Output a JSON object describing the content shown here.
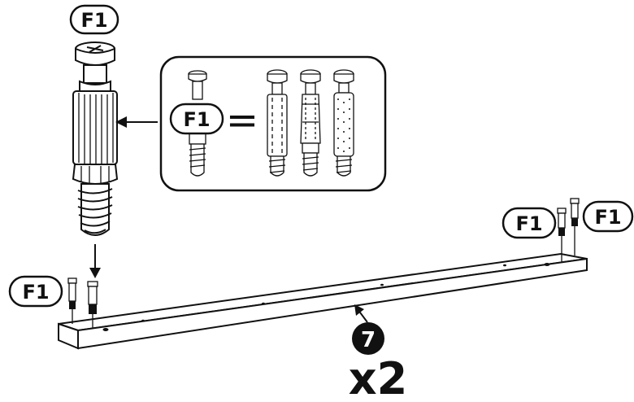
{
  "labels": {
    "part_code": "F1",
    "equals": "=",
    "panel_number": "7",
    "quantity": "x2"
  },
  "icons": {
    "cam_bolt": "cam-bolt-dowel-icon",
    "panel": "wooden-rail-panel",
    "arrow": "arrow-icon"
  }
}
